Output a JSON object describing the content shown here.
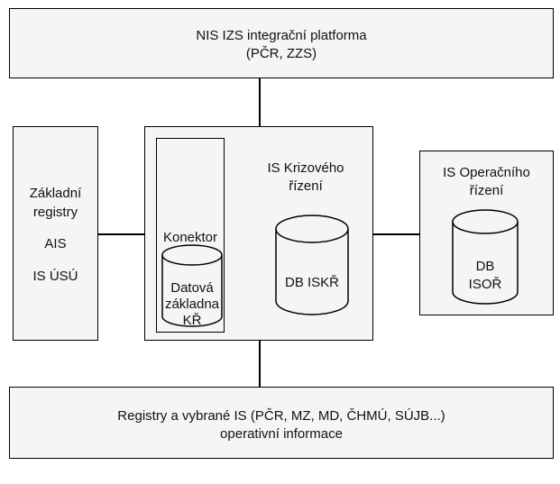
{
  "top_box": {
    "line1": "NIS IZS integrační platforma",
    "line2": "(PČR, ZZS)"
  },
  "left_box": {
    "line1": "Základní",
    "line2": "registry",
    "line3": "AIS",
    "line4": "IS ÚSÚ"
  },
  "center_box": {
    "title_line1": "IS Krizového",
    "title_line2": "řízení",
    "connector_label": "Konektor",
    "db_kr": {
      "line1": "Datová",
      "line2": "základna",
      "line3": "KŘ"
    },
    "db_iskr": "DB ISKŘ"
  },
  "right_box": {
    "title_line1": "IS Operačního",
    "title_line2": "řízení",
    "db": {
      "line1": "DB",
      "line2": "ISOŘ"
    }
  },
  "bottom_box": {
    "line1": "Registry a vybrané IS (PČR, MZ, MD, ČHMÚ, SÚJB...)",
    "line2": "operativní informace"
  }
}
